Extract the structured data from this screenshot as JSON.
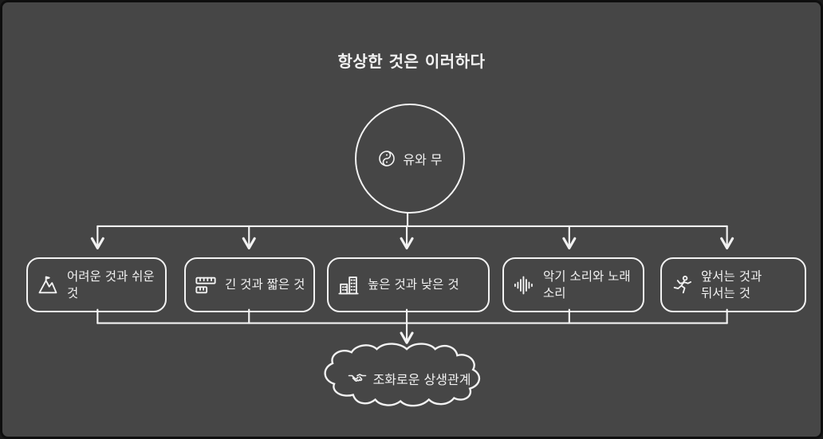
{
  "title": "항상한 것은 이러하다",
  "root": {
    "label": "유와 무",
    "icon": "yin-yang-icon"
  },
  "branches": [
    {
      "label": "어려운 것과 쉬운 것",
      "icon": "mountain-icon"
    },
    {
      "label": "긴 것과 짧은 것",
      "icon": "ruler-icon"
    },
    {
      "label": "높은 것과 낮은 것",
      "icon": "buildings-icon"
    },
    {
      "label": "악기 소리와 노래 소리",
      "icon": "sound-wave-icon"
    },
    {
      "label": "앞서는 것과 뒤서는 것",
      "icon": "runner-icon"
    }
  ],
  "result": {
    "label": "조화로운 상생관계",
    "icon": "handshake-icon"
  },
  "colors": {
    "background": "#464646",
    "stroke": "#f2f2f2",
    "text": "#f2f2f2",
    "border": "#0e0e0e"
  }
}
